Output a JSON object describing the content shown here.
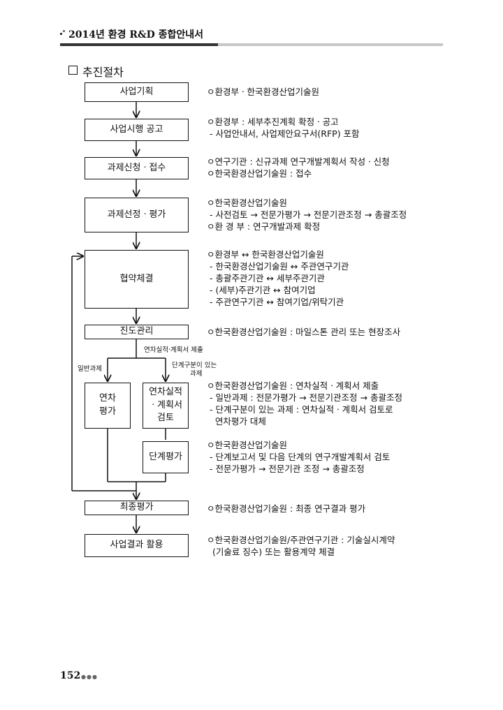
{
  "header": {
    "title": "2014년 환경 R&D 종합안내서"
  },
  "section": {
    "title": "추진절차"
  },
  "flow": {
    "planning": "사업기획",
    "announcement": "사업시행 공고",
    "application": "과제신청ㆍ접수",
    "selection": "과제선정ㆍ평가",
    "agreement": "협약체결",
    "progress": "진도관리",
    "annual_eval_line1": "연차",
    "annual_eval_line2": "평가",
    "review_line1": "연차실적",
    "review_line2": "ㆍ계획서",
    "review_line3": "검토",
    "stage_eval": "단계평가",
    "final_eval": "최종평가",
    "utilization": "사업결과 활용",
    "branch_submit": "연차실적·계획서 제출",
    "branch_general": "일반과제",
    "branch_stage_line1": "단계구분이 있는",
    "branch_stage_line2": "과제"
  },
  "desc": {
    "planning": [
      "ㅇ환경부ㆍ한국환경산업기술원"
    ],
    "announcement": [
      "ㅇ환경부 : 세부추진계획 확정ㆍ공고",
      " - 사업안내서, 사업제안요구서(RFP) 포함"
    ],
    "application": [
      "ㅇ연구기관 : 신규과제 연구개발계획서 작성ㆍ신청",
      "ㅇ한국환경산업기술원 : 접수"
    ],
    "selection": [
      "ㅇ한국환경산업기술원",
      " - 사전검토 → 전문가평가 → 전문기관조정 → 총괄조정",
      "ㅇ환 경 부 : 연구개발과제 확정"
    ],
    "agreement": [
      "ㅇ환경부 ↔ 한국환경산업기술원",
      " - 한국환경산업기술원 ↔ 주관연구기관",
      " - 총괄주관기관 ↔ 세부주관기관",
      " - (세부)주관기관 ↔ 참여기업",
      " - 주관연구기관 ↔ 참여기업/위탁기관"
    ],
    "progress": [
      "ㅇ한국환경산업기술원 : 마일스톤 관리 또는 현장조사"
    ],
    "annual": [
      "ㅇ한국환경산업기술원 : 연차실적ㆍ계획서 제출",
      " - 일반과제 : 전문가평가 → 전문기관조정 → 총괄조정",
      " - 단계구분이 있는 과제 : 연차실적ㆍ계획서 검토로",
      "   연차평가 대체"
    ],
    "stage": [
      "ㅇ한국환경산업기술원",
      " - 단계보고서 및 다음 단계의 연구개발계획서 검토",
      " - 전문가평가 → 전문기관 조정 → 총괄조정"
    ],
    "final": [
      "ㅇ한국환경산업기술원 : 최종 연구결과 평가"
    ],
    "utilization": [
      "ㅇ한국환경산업기술원/주관연구기관 : 기술실시계약",
      "  (기술료 징수) 또는 활용계약 체결"
    ]
  },
  "footer": {
    "page_number": "152",
    "dots": "●●●"
  }
}
